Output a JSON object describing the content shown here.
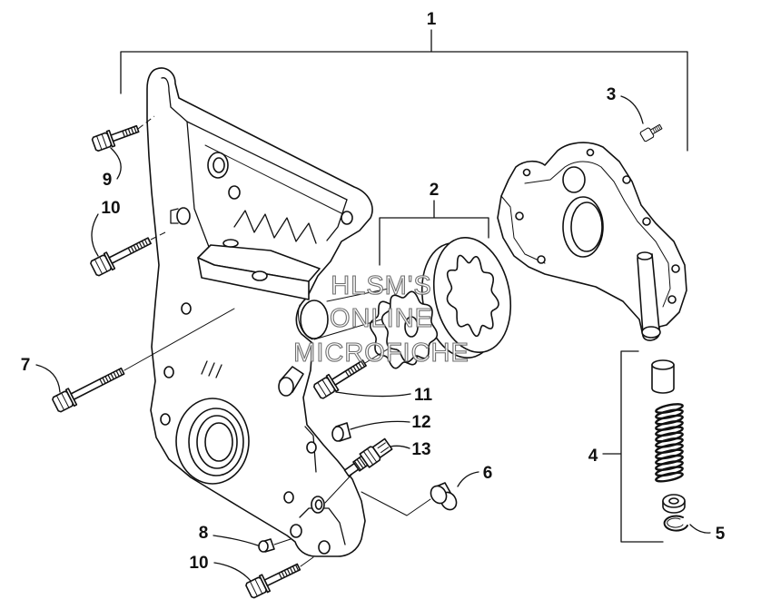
{
  "callouts": [
    "1",
    "2",
    "3",
    "4",
    "5",
    "6",
    "7",
    "8",
    "9",
    "10",
    "10",
    "11",
    "12",
    "13"
  ],
  "watermark": [
    "HLSM'S",
    "ONLINE",
    "MICROFICHE"
  ]
}
